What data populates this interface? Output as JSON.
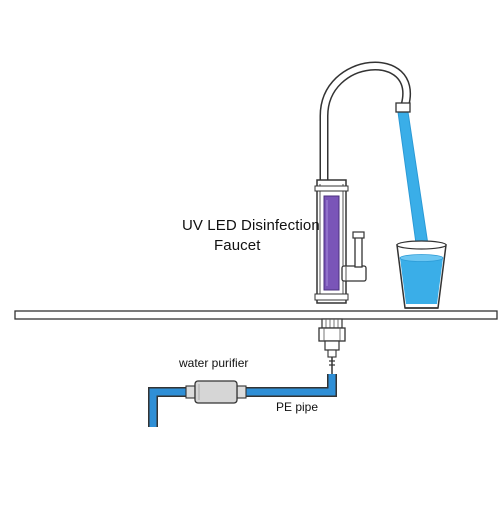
{
  "labels": {
    "title_line_1": "UV  LED Disinfection",
    "title_line_2": "Faucet",
    "purifier": "water purifier",
    "pipe": "PE pipe"
  },
  "components": {
    "faucet": "faucet",
    "uv_led_tube": "uv-led-tube",
    "glass": "glass",
    "water_stream": "water-stream",
    "countertop": "countertop",
    "water_purifier": "water-purifier",
    "pe_pipe": "pe-pipe"
  },
  "colors": {
    "water": "#3aaee8",
    "uv_led": "#7a55b8",
    "pipe": "#2f8fd6",
    "outline": "#333333"
  }
}
